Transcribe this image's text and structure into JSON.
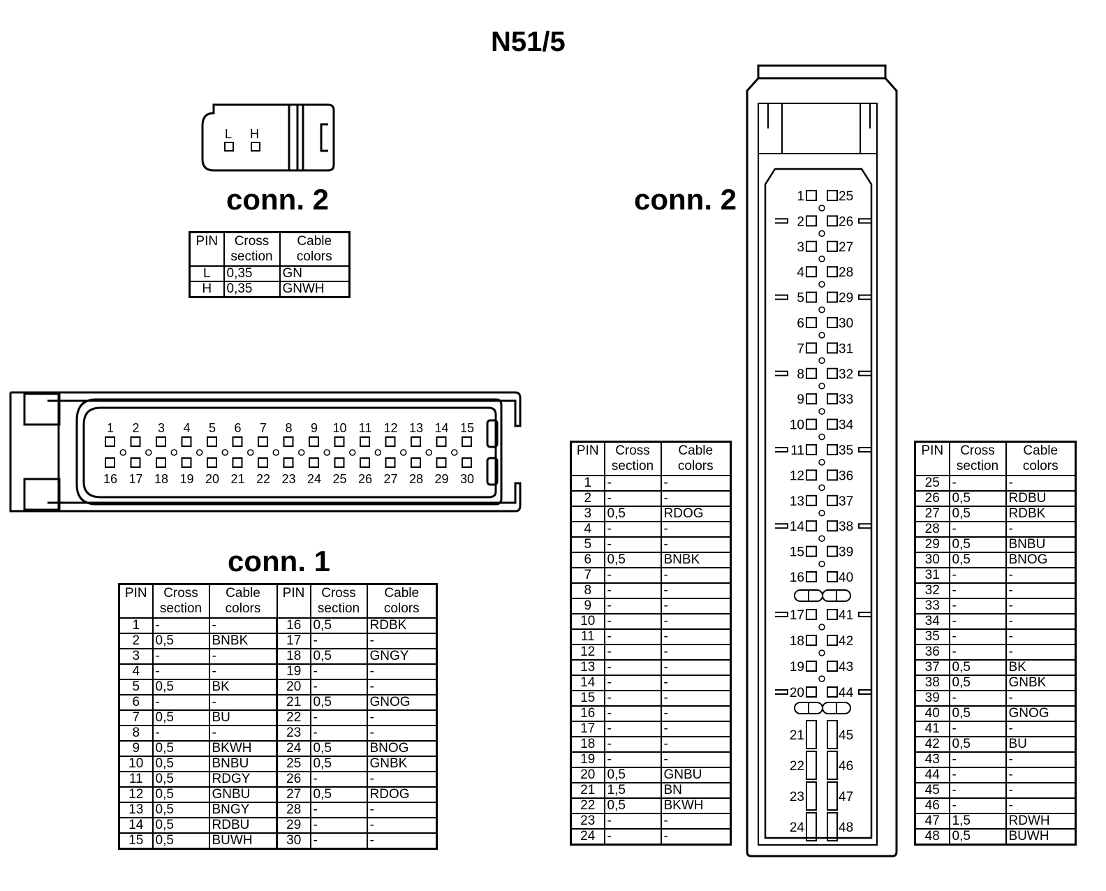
{
  "title": "N51/5",
  "conn2_small": {
    "label": "conn. 2",
    "pin_letters": [
      "L",
      "H"
    ],
    "headers": [
      "PIN",
      "Cross\nsection",
      "Cable\ncolors"
    ],
    "rows": [
      [
        "L",
        "0,35",
        "GN"
      ],
      [
        "H",
        "0,35",
        "GNWH"
      ]
    ]
  },
  "conn1": {
    "label": "conn. 1",
    "top_pins": [
      "1",
      "2",
      "3",
      "4",
      "5",
      "6",
      "7",
      "8",
      "9",
      "10",
      "11",
      "12",
      "13",
      "14",
      "15"
    ],
    "bottom_pins": [
      "16",
      "17",
      "18",
      "19",
      "20",
      "21",
      "22",
      "23",
      "24",
      "25",
      "26",
      "27",
      "28",
      "29",
      "30"
    ],
    "headers": [
      "PIN",
      "Cross\nsection",
      "Cable\ncolors",
      "PIN",
      "Cross\nsection",
      "Cable\ncolors"
    ],
    "rows": [
      [
        "1",
        "-",
        "-",
        "16",
        "0,5",
        "RDBK"
      ],
      [
        "2",
        "0,5",
        "BNBK",
        "17",
        "-",
        "-"
      ],
      [
        "3",
        "-",
        "-",
        "18",
        "0,5",
        "GNGY"
      ],
      [
        "4",
        "-",
        "-",
        "19",
        "-",
        "-"
      ],
      [
        "5",
        "0,5",
        "BK",
        "20",
        "-",
        "-"
      ],
      [
        "6",
        "-",
        "-",
        "21",
        "0,5",
        "GNOG"
      ],
      [
        "7",
        "0,5",
        "BU",
        "22",
        "-",
        "-"
      ],
      [
        "8",
        "-",
        "-",
        "23",
        "-",
        "-"
      ],
      [
        "9",
        "0,5",
        "BKWH",
        "24",
        "0,5",
        "BNOG"
      ],
      [
        "10",
        "0,5",
        "BNBU",
        "25",
        "0,5",
        "GNBK"
      ],
      [
        "11",
        "0,5",
        "RDGY",
        "26",
        "-",
        "-"
      ],
      [
        "12",
        "0,5",
        "GNBU",
        "27",
        "0,5",
        "RDOG"
      ],
      [
        "13",
        "0,5",
        "BNGY",
        "28",
        "-",
        "-"
      ],
      [
        "14",
        "0,5",
        "RDBU",
        "29",
        "-",
        "-"
      ],
      [
        "15",
        "0,5",
        "BUWH",
        "30",
        "-",
        "-"
      ]
    ]
  },
  "conn2_large": {
    "label": "conn. 2",
    "left_pins": [
      "1",
      "2",
      "3",
      "4",
      "5",
      "6",
      "7",
      "8",
      "9",
      "10",
      "11",
      "12",
      "13",
      "14",
      "15",
      "16",
      "17",
      "18",
      "19",
      "20",
      "21",
      "22",
      "23",
      "24"
    ],
    "right_pins": [
      "25",
      "26",
      "27",
      "28",
      "29",
      "30",
      "31",
      "32",
      "33",
      "34",
      "35",
      "36",
      "37",
      "38",
      "39",
      "40",
      "41",
      "42",
      "43",
      "44",
      "45",
      "46",
      "47",
      "48"
    ],
    "headers": [
      "PIN",
      "Cross\nsection",
      "Cable\ncolors"
    ],
    "rows_left": [
      [
        "1",
        "-",
        "-"
      ],
      [
        "2",
        "-",
        "-"
      ],
      [
        "3",
        "0,5",
        "RDOG"
      ],
      [
        "4",
        "-",
        "-"
      ],
      [
        "5",
        "-",
        "-"
      ],
      [
        "6",
        "0,5",
        "BNBK"
      ],
      [
        "7",
        "-",
        "-"
      ],
      [
        "8",
        "-",
        "-"
      ],
      [
        "9",
        "-",
        "-"
      ],
      [
        "10",
        "-",
        "-"
      ],
      [
        "11",
        "-",
        "-"
      ],
      [
        "12",
        "-",
        "-"
      ],
      [
        "13",
        "-",
        "-"
      ],
      [
        "14",
        "-",
        "-"
      ],
      [
        "15",
        "-",
        "-"
      ],
      [
        "16",
        "-",
        "-"
      ],
      [
        "17",
        "-",
        "-"
      ],
      [
        "18",
        "-",
        "-"
      ],
      [
        "19",
        "-",
        "-"
      ],
      [
        "20",
        "0,5",
        "GNBU"
      ],
      [
        "21",
        "1,5",
        "BN"
      ],
      [
        "22",
        "0,5",
        "BKWH"
      ],
      [
        "23",
        "-",
        "-"
      ],
      [
        "24",
        "-",
        "-"
      ]
    ],
    "rows_right": [
      [
        "25",
        "-",
        "-"
      ],
      [
        "26",
        "0,5",
        "RDBU"
      ],
      [
        "27",
        "0,5",
        "RDBK"
      ],
      [
        "28",
        "-",
        "-"
      ],
      [
        "29",
        "0,5",
        "BNBU"
      ],
      [
        "30",
        "0,5",
        "BNOG"
      ],
      [
        "31",
        "-",
        "-"
      ],
      [
        "32",
        "-",
        "-"
      ],
      [
        "33",
        "-",
        "-"
      ],
      [
        "34",
        "-",
        "-"
      ],
      [
        "35",
        "-",
        "-"
      ],
      [
        "36",
        "-",
        "-"
      ],
      [
        "37",
        "0,5",
        "BK"
      ],
      [
        "38",
        "0,5",
        "GNBK"
      ],
      [
        "39",
        "-",
        "-"
      ],
      [
        "40",
        "0,5",
        "GNOG"
      ],
      [
        "41",
        "-",
        "-"
      ],
      [
        "42",
        "0,5",
        "BU"
      ],
      [
        "43",
        "-",
        "-"
      ],
      [
        "44",
        "-",
        "-"
      ],
      [
        "45",
        "-",
        "-"
      ],
      [
        "46",
        "-",
        "-"
      ],
      [
        "47",
        "1,5",
        "RDWH"
      ],
      [
        "48",
        "0,5",
        "BUWH"
      ]
    ]
  }
}
